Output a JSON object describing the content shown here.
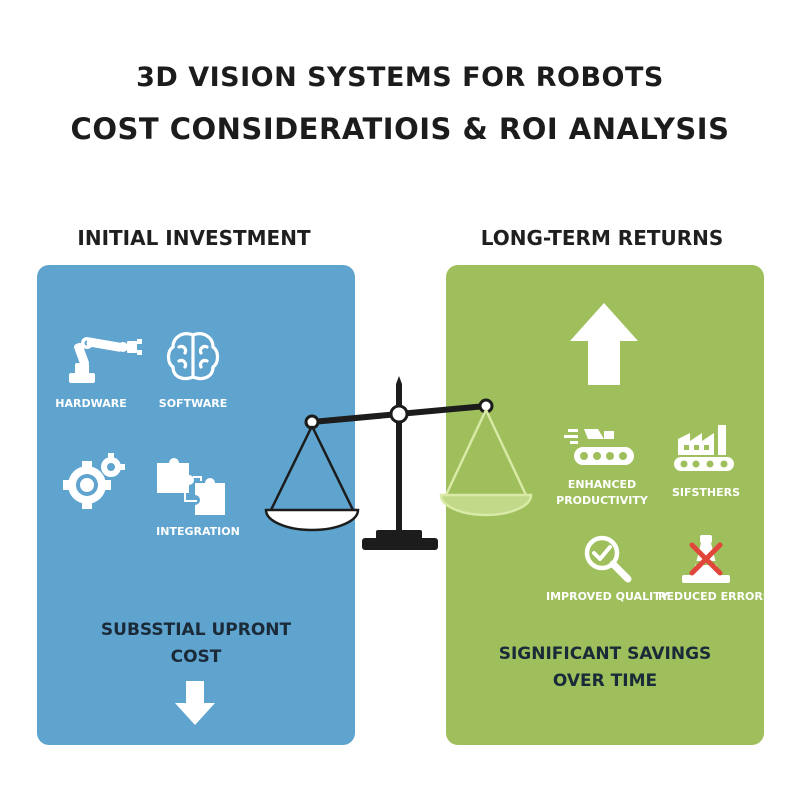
{
  "title": {
    "line1": "3D VISION SYSTEMS FOR ROBOTS",
    "line2": "COST CONSIDERATIOIS & ROI ANALYSIS"
  },
  "left": {
    "heading": "INITIAL INVESTMENT",
    "items": [
      {
        "label": "HARDWARE",
        "icon": "robot-arm-icon"
      },
      {
        "label": "SOFTWARE",
        "icon": "brain-icon"
      },
      {
        "label": "",
        "icon": "gears-icon"
      },
      {
        "label": "INTEGRATION",
        "icon": "puzzle-icon"
      }
    ],
    "footer_line1": "SUBSSTIAL UPRONT",
    "footer_line2": "COST",
    "arrow": "down-arrow-icon",
    "color": "#5fa3cf"
  },
  "right": {
    "heading": "LONG-TERM RETURNS",
    "items": [
      {
        "label_line1": "ENHANCED",
        "label_line2": "PRODUCTIVITY",
        "icon": "conveyor-icon"
      },
      {
        "label": "SIFSTHERS",
        "icon": "factory-icon"
      },
      {
        "label": "IMPROVED QUALITY",
        "icon": "magnifier-check-icon"
      },
      {
        "label": "REDUCED ERRORS",
        "icon": "error-x-icon"
      }
    ],
    "footer_line1": "SIGNIFICANT SAVINGS",
    "footer_line2": "OVER TIME",
    "arrow": "up-arrow-icon",
    "color": "#9ebf5b"
  },
  "scale": {
    "icon": "balance-scale-icon",
    "tilt": "left-side-lower"
  }
}
